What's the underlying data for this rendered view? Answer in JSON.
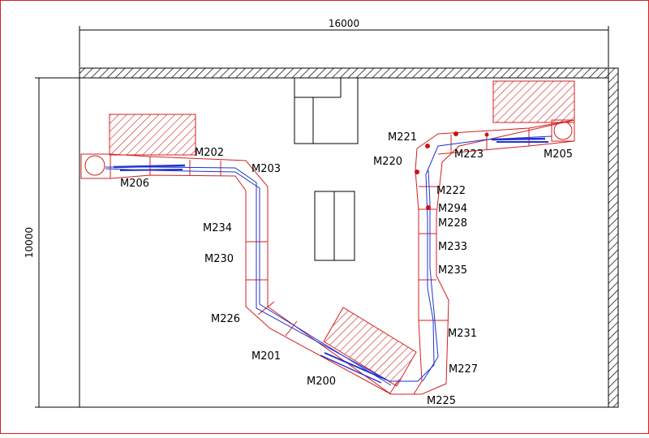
{
  "dimensions": {
    "width_label": "16000",
    "height_label": "10000"
  },
  "stations": [
    {
      "id": "M202",
      "label": "M202"
    },
    {
      "id": "M203",
      "label": "M203"
    },
    {
      "id": "M206",
      "label": "M206"
    },
    {
      "id": "M234",
      "label": "M234"
    },
    {
      "id": "M230",
      "label": "M230"
    },
    {
      "id": "M226",
      "label": "M226"
    },
    {
      "id": "M201",
      "label": "M201"
    },
    {
      "id": "M200",
      "label": "M200"
    },
    {
      "id": "M225",
      "label": "M225"
    },
    {
      "id": "M227",
      "label": "M227"
    },
    {
      "id": "M231",
      "label": "M231"
    },
    {
      "id": "M235",
      "label": "M235"
    },
    {
      "id": "M233",
      "label": "M233"
    },
    {
      "id": "M228",
      "label": "M228"
    },
    {
      "id": "M294",
      "label": "M294"
    },
    {
      "id": "M222",
      "label": "M222"
    },
    {
      "id": "M220",
      "label": "M220"
    },
    {
      "id": "M221",
      "label": "M221"
    },
    {
      "id": "M223",
      "label": "M223"
    },
    {
      "id": "M205",
      "label": "M205"
    }
  ],
  "colors": {
    "outline": "#000000",
    "track_boundary": "#d22020",
    "conveyor": "#2233cc",
    "hatch": "#d22020",
    "sensor": "#cc1111"
  }
}
